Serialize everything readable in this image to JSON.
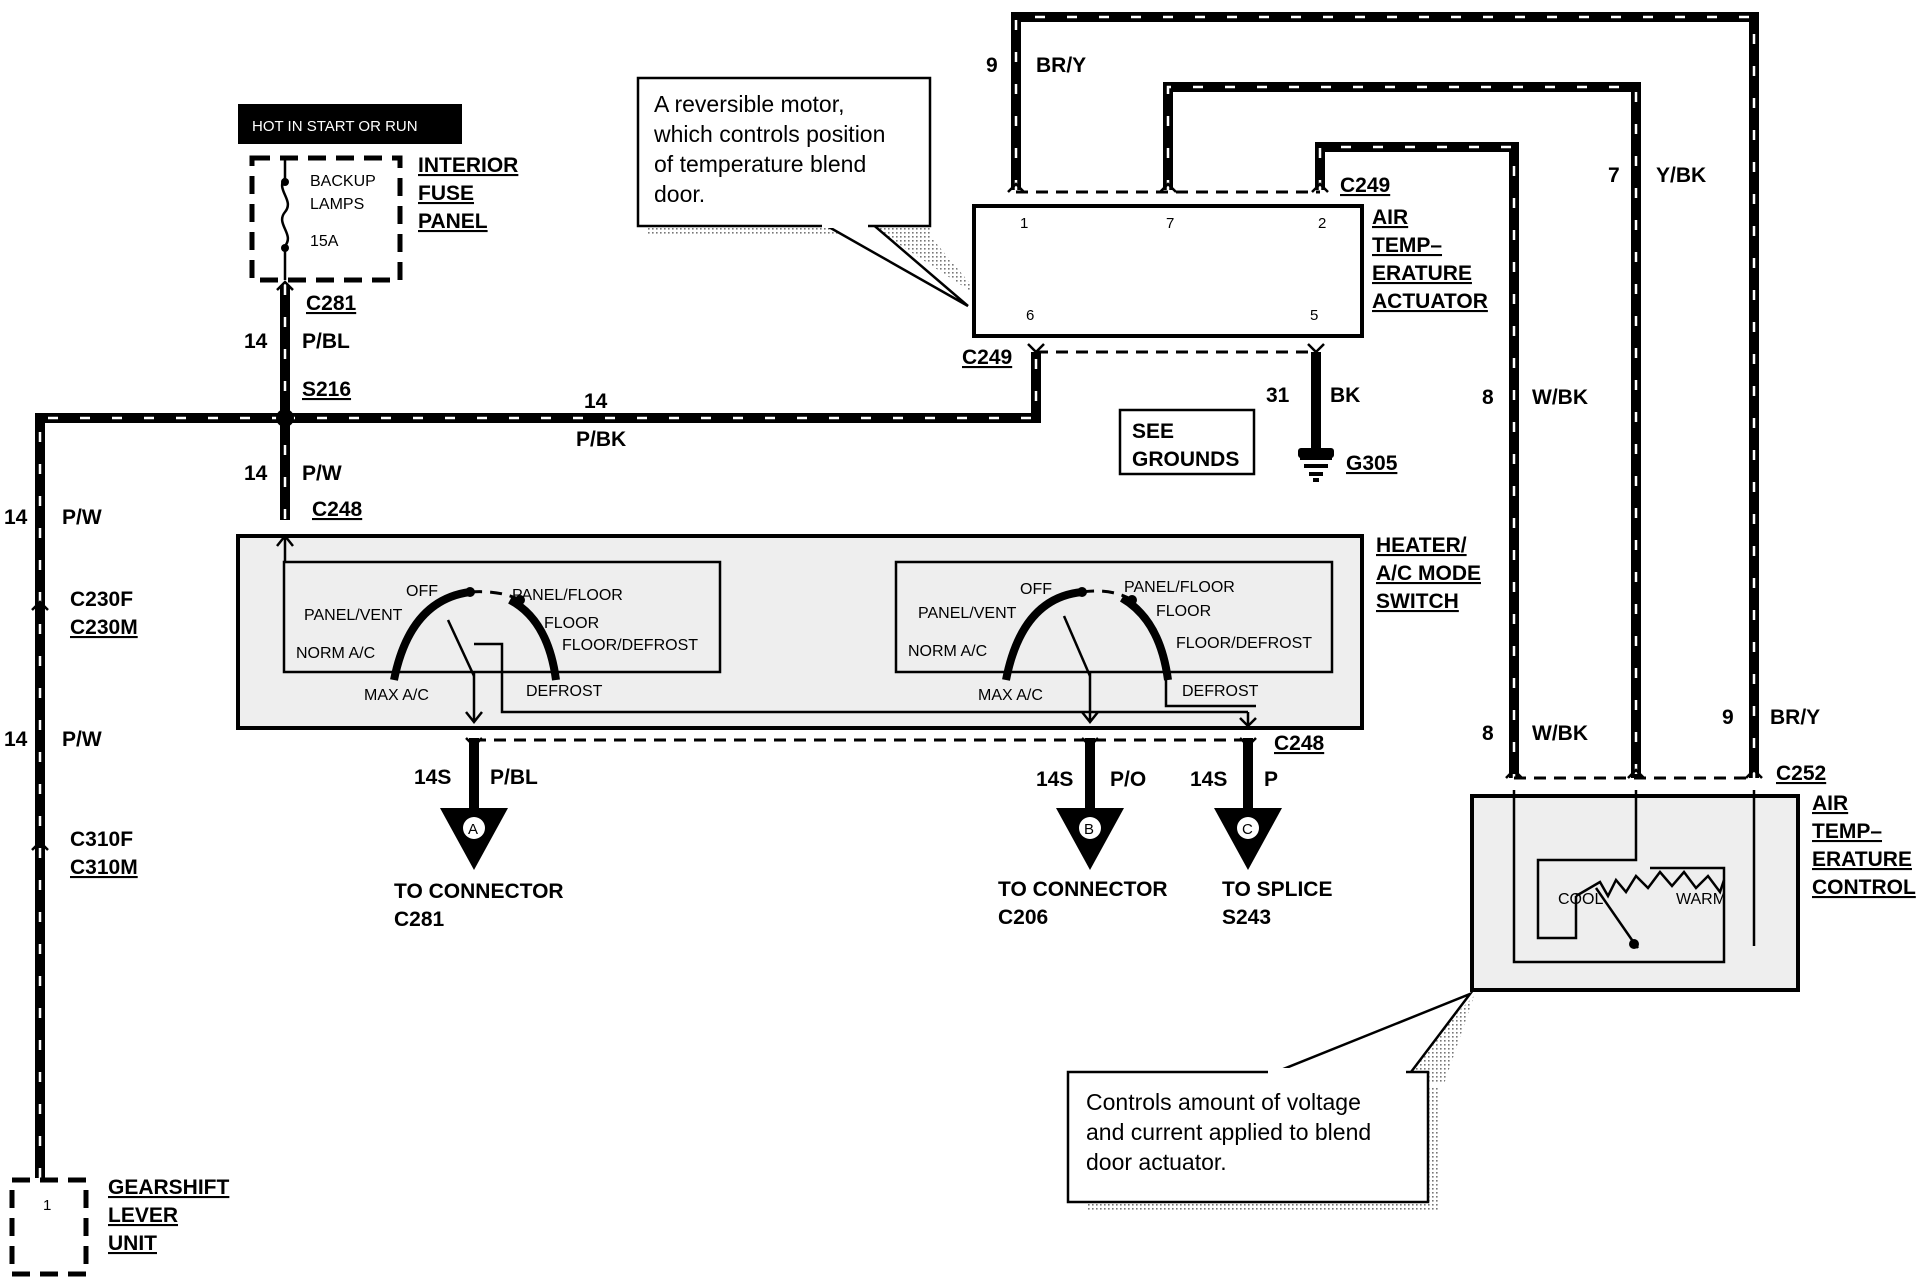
{
  "fuse_panel": {
    "header": "HOT IN START OR RUN",
    "name": [
      "INTERIOR",
      "FUSE",
      "PANEL"
    ],
    "fuse_name": [
      "BACKUP",
      "LAMPS"
    ],
    "fuse_rating": "15A"
  },
  "connectors": {
    "c281": "C281",
    "s216": "S216",
    "c248_top": "C248",
    "c248_bottom": "C248",
    "c249_top": "C249",
    "c249_bottom": "C249",
    "c252": "C252",
    "c230f": "C230F",
    "c230m": "C230M",
    "c310f": "C310F",
    "c310m": "C310M",
    "g305": "G305"
  },
  "wires": {
    "w_fuse_gauge": "14",
    "w_fuse_color": "P/BL",
    "w_pbk_gauge": "14",
    "w_pbk_color": "P/BK",
    "w_pw_gauge": "14",
    "w_pw_color": "P/W",
    "w_left1_gauge": "14",
    "w_left1_color": "P/W",
    "w_left2_gauge": "14",
    "w_left2_color": "P/W",
    "w_brY_gauge": "9",
    "w_brY_color": "BR/Y",
    "w_ybk_gauge": "7",
    "w_ybk_color": "Y/BK",
    "w_wbk_gauge": "8",
    "w_wbk_color": "W/BK",
    "w_bk_gauge": "31",
    "w_bk_color": "BK",
    "w_wbk2_gauge": "8",
    "w_wbk2_color": "W/BK",
    "w_brY2_gauge": "9",
    "w_brY2_color": "BR/Y",
    "w_a_gauge": "14S",
    "w_a_color": "P/BL",
    "w_b_gauge": "14S",
    "w_b_color": "P/O",
    "w_c_gauge": "14S",
    "w_c_color": "P"
  },
  "actuator": {
    "name": [
      "AIR",
      "TEMP–",
      "ERATURE",
      "ACTUATOR"
    ],
    "pins": [
      "1",
      "7",
      "2",
      "6",
      "5"
    ]
  },
  "grounds": {
    "see": [
      "SEE",
      "GROUNDS"
    ]
  },
  "mode_switch": {
    "name": [
      "HEATER/",
      "A/C MODE",
      "SWITCH"
    ],
    "positions": [
      "OFF",
      "PANEL/FLOOR",
      "PANEL/VENT",
      "FLOOR",
      "FLOOR/DEFROST",
      "NORM A/C",
      "MAX A/C",
      "DEFROST"
    ]
  },
  "callouts": {
    "motor_note": [
      "A reversible motor,",
      "which controls position",
      "of temperature blend",
      "door."
    ],
    "control_note": [
      "Controls amount of voltage",
      "and current applied to blend",
      "door actuator."
    ]
  },
  "arrows": {
    "a": {
      "letter": "A",
      "dest": [
        "TO CONNECTOR",
        "C281"
      ]
    },
    "b": {
      "letter": "B",
      "dest": [
        "TO CONNECTOR",
        "C206"
      ]
    },
    "c": {
      "letter": "C",
      "dest": [
        "TO SPLICE",
        "S243"
      ]
    }
  },
  "temp_control": {
    "name": [
      "AIR",
      "TEMP–",
      "ERATURE",
      "CONTROL"
    ],
    "cool": "COOL",
    "warm": "WARM"
  },
  "gearshift": {
    "name": [
      "GEARSHIFT",
      "LEVER",
      "UNIT"
    ],
    "pin": "1"
  }
}
